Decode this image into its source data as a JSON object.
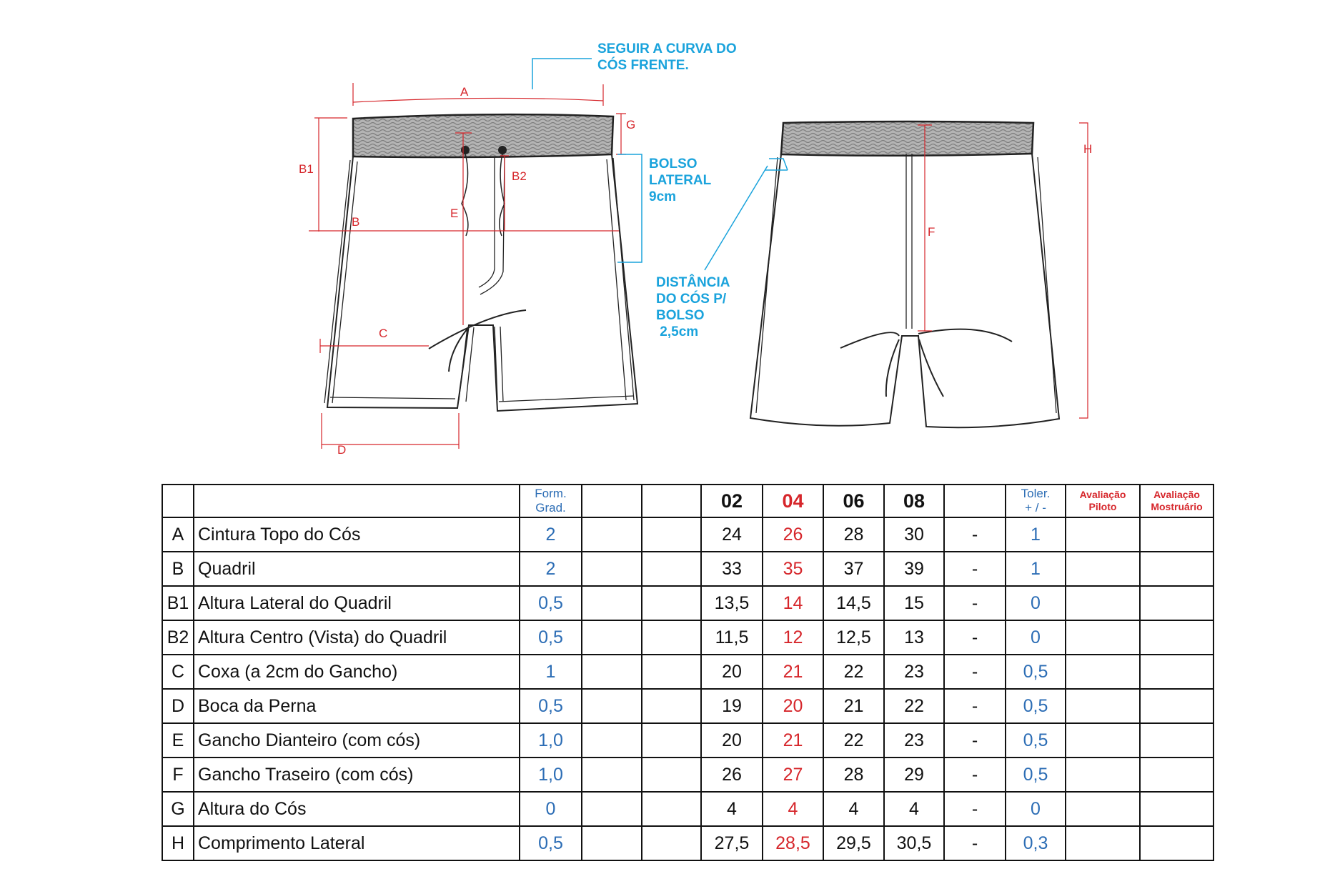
{
  "annotations": {
    "waist_curve": "SEGUIR A CURVA DO\nCÓS FRENTE.",
    "side_pocket": "BOLSO\nLATERAL\n9cm",
    "pocket_distance": "DISTÂNCIA\nDO CÓS P/\nBOLSO\n 2,5cm"
  },
  "measure_labels": {
    "a": "A",
    "b": "B",
    "b1": "B1",
    "b2": "B2",
    "c": "C",
    "d": "D",
    "e": "E",
    "f": "F",
    "g": "G",
    "h": "H"
  },
  "table": {
    "header": {
      "form_grad": "Form.\nGrad.",
      "sizes": [
        "02",
        "04",
        "06",
        "08"
      ],
      "toler": "Toler.\n+ / -",
      "eval_pilot": "Avaliação\nPiloto",
      "eval_showroom": "Avaliação\nMostruário"
    },
    "rows": [
      {
        "code": "A",
        "name": "Cintura Topo do Cós",
        "grad": "2",
        "s02": "24",
        "s04": "26",
        "s06": "28",
        "s08": "30",
        "dash": "-",
        "tol": "1"
      },
      {
        "code": "B",
        "name": "Quadril",
        "grad": "2",
        "s02": "33",
        "s04": "35",
        "s06": "37",
        "s08": "39",
        "dash": "-",
        "tol": "1"
      },
      {
        "code": "B1",
        "name": "Altura Lateral do Quadril",
        "grad": "0,5",
        "s02": "13,5",
        "s04": "14",
        "s06": "14,5",
        "s08": "15",
        "dash": "-",
        "tol": "0"
      },
      {
        "code": "B2",
        "name": "Altura Centro (Vista) do Quadril",
        "grad": "0,5",
        "s02": "11,5",
        "s04": "12",
        "s06": "12,5",
        "s08": "13",
        "dash": "-",
        "tol": "0"
      },
      {
        "code": "C",
        "name": "Coxa (a 2cm do Gancho)",
        "grad": "1",
        "s02": "20",
        "s04": "21",
        "s06": "22",
        "s08": "23",
        "dash": "-",
        "tol": "0,5"
      },
      {
        "code": "D",
        "name": "Boca da Perna",
        "grad": "0,5",
        "s02": "19",
        "s04": "20",
        "s06": "21",
        "s08": "22",
        "dash": "-",
        "tol": "0,5"
      },
      {
        "code": "E",
        "name": "Gancho Dianteiro (com cós)",
        "grad": "1,0",
        "s02": "20",
        "s04": "21",
        "s06": "22",
        "s08": "23",
        "dash": "-",
        "tol": "0,5"
      },
      {
        "code": "F",
        "name": "Gancho Traseiro (com cós)",
        "grad": "1,0",
        "s02": "26",
        "s04": "27",
        "s06": "28",
        "s08": "29",
        "dash": "-",
        "tol": "0,5"
      },
      {
        "code": "G",
        "name": "Altura do Cós",
        "grad": "0",
        "s02": "4",
        "s04": "4",
        "s06": "4",
        "s08": "4",
        "dash": "-",
        "tol": "0"
      },
      {
        "code": "H",
        "name": "Comprimento Lateral",
        "grad": "0,5",
        "s02": "27,5",
        "s04": "28,5",
        "s06": "29,5",
        "s08": "30,5",
        "dash": "-",
        "tol": "0,3"
      }
    ]
  },
  "colors": {
    "annotation": "#1aa3dc",
    "measure": "#d6262b",
    "grade_blue": "#2c6db5",
    "base_size": "#d6262b"
  }
}
